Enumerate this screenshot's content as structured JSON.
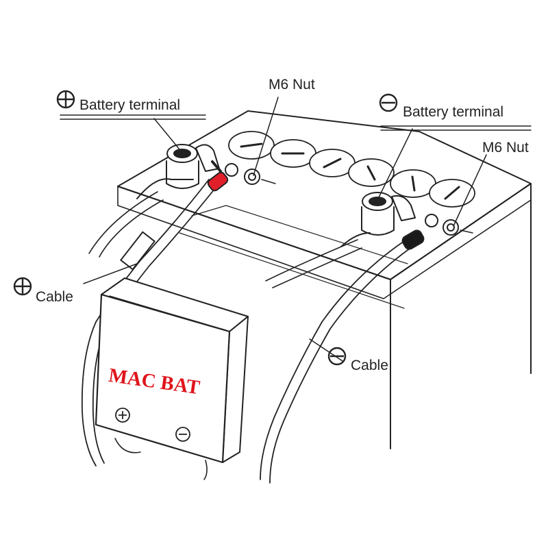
{
  "labels": {
    "pos_terminal": "Battery terminal",
    "neg_terminal": "Battery terminal",
    "m6_nut_left": "M6 Nut",
    "m6_nut_right": "M6 Nut",
    "pos_cable": "Cable",
    "neg_cable": "Cable"
  },
  "device": {
    "brand": "MAC BAT"
  },
  "colors": {
    "ink": "#222222",
    "brand_red": "#e0141b",
    "pos_boot": "#e01f2a",
    "neg_boot": "#1a1a1a"
  }
}
